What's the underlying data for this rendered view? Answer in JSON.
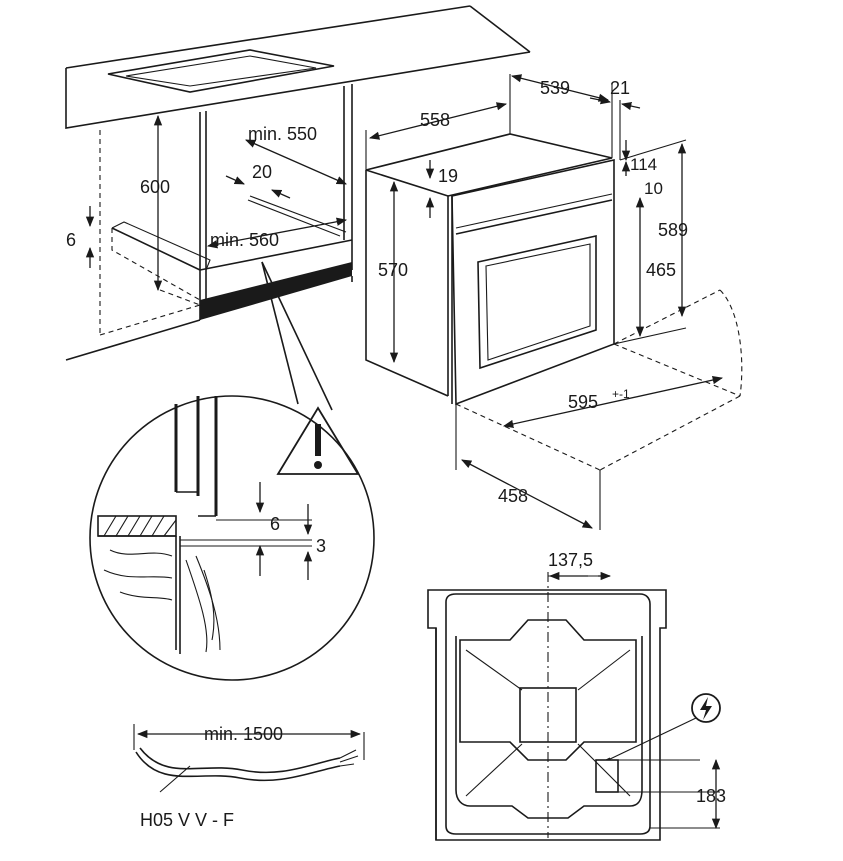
{
  "dimensions": {
    "worktop_depth": "min. 550",
    "cabinet_height": "600",
    "rear_gap": "20",
    "cabinet_width": "min. 560",
    "bottom_offset": "6",
    "oven_depth_558": "558",
    "oven_depth_539": "539",
    "front_thickness": "21",
    "top_offset": "19",
    "top_gap": "114",
    "top_gap_small": "10",
    "body_height": "570",
    "front_height": "589",
    "inner_height": "465",
    "front_width": "595",
    "front_width_tol": "+-1",
    "side_depth": "458",
    "detail_gap_6": "6",
    "detail_gap_3": "3",
    "rear_center": "137,5",
    "socket_height": "183",
    "cable_length": "min. 1500",
    "cable_type": "H05 V V - F"
  },
  "icons": {
    "warning": "warning-triangle-icon",
    "electric": "electric-socket-icon"
  }
}
